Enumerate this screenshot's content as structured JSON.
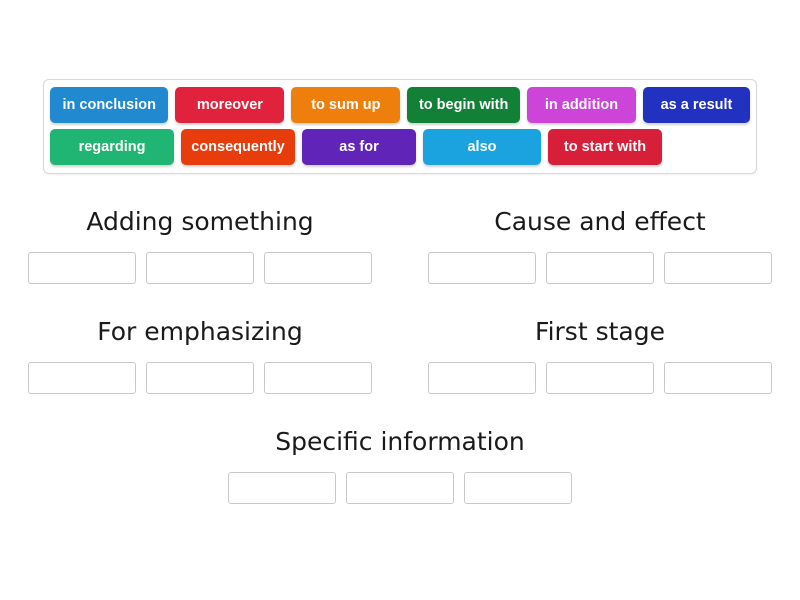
{
  "activity": {
    "type": "group-sort",
    "tray_label": "word-tiles-tray"
  },
  "tray": {
    "rows": [
      [
        {
          "label": "in conclusion",
          "color": "#2089cf",
          "width": 124
        },
        {
          "label": "moreover",
          "color": "#e0223c",
          "width": 114
        },
        {
          "label": "to sum up",
          "color": "#ef7f0d",
          "width": 114
        },
        {
          "label": "to begin with",
          "color": "#128037",
          "width": 118
        },
        {
          "label": "in addition",
          "color": "#cc44d8",
          "width": 114
        },
        {
          "label": "as a result",
          "color": "#2131c0",
          "width": 112
        }
      ],
      [
        {
          "label": "regarding",
          "color": "#21b573",
          "width": 124
        },
        {
          "label": "consequently",
          "color": "#e73c0c",
          "width": 114
        },
        {
          "label": "as for",
          "color": "#6124b8",
          "width": 114
        },
        {
          "label": "also",
          "color": "#1ba3e0",
          "width": 118
        },
        {
          "label": "to start with",
          "color": "#d81f3a",
          "width": 114
        }
      ]
    ]
  },
  "categories": [
    {
      "title": "Adding something",
      "slots": 3
    },
    {
      "title": "Cause and effect",
      "slots": 3
    },
    {
      "title": "For emphasizing",
      "slots": 3
    },
    {
      "title": "First stage",
      "slots": 3
    },
    {
      "title": "Specific information",
      "slots": 3
    }
  ],
  "colors": {
    "page_background": "#ffffff",
    "tray_border": "#d8d8d8",
    "slot_border": "#c9c9c9",
    "title_text": "#1a1a1a",
    "tile_text": "#ffffff"
  }
}
